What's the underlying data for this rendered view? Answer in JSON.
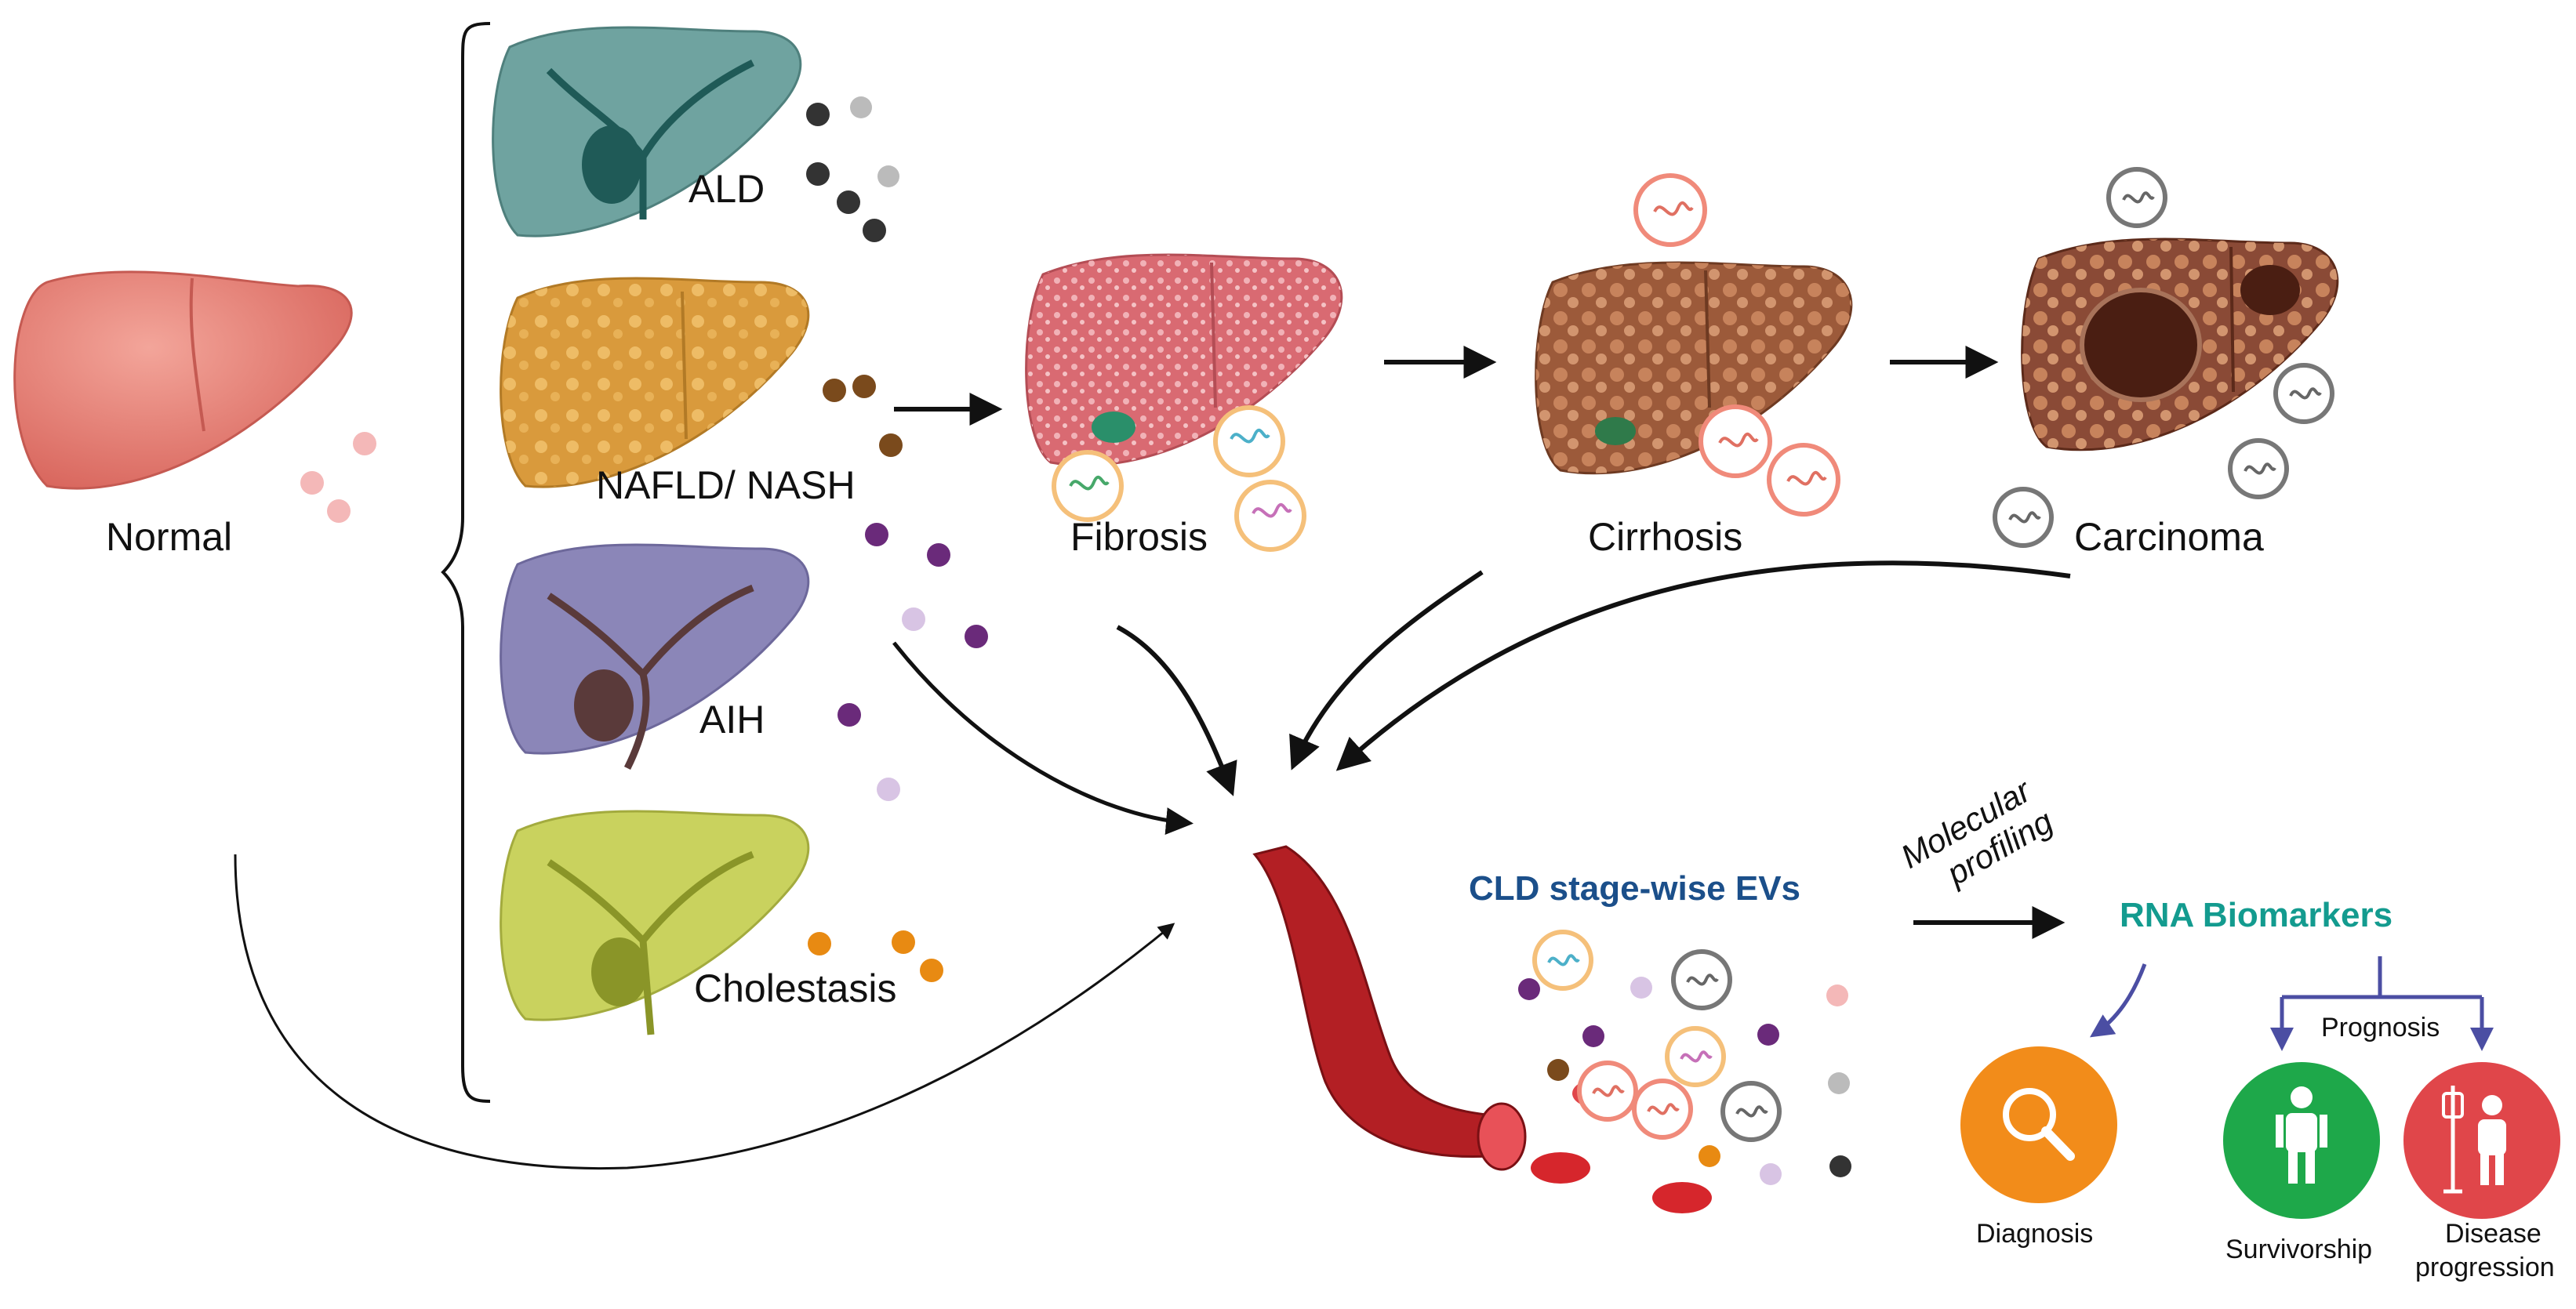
{
  "labels": {
    "normal": "Normal",
    "ald": "ALD",
    "nafld": "NAFLD/ NASH",
    "aih": "AIH",
    "cholestasis": "Cholestasis",
    "fibrosis": "Fibrosis",
    "cirrhosis": "Cirrhosis",
    "carcinoma": "Carcinoma",
    "evs": "CLD stage-wise EVs",
    "profiling_line1": "Molecular",
    "profiling_line2": "profiling",
    "biomarkers": "RNA Biomarkers",
    "prognosis": "Prognosis",
    "diagnosis": "Diagnosis",
    "survivorship": "Survivorship",
    "progression_line1": "Disease",
    "progression_line2": "progression"
  },
  "colors": {
    "normal_liver": "#e8847a",
    "ald_liver": "#6fa3a0",
    "nafld_liver": "#d99a3c",
    "aih_liver": "#8b86b8",
    "cholestasis_liver": "#c9d25e",
    "fibrosis_liver": "#d96a72",
    "cirrhosis_liver": "#9c5a3a",
    "carcinoma_liver": "#8a4a36",
    "vessel": "#b31f24",
    "evs_text": "#1b4f8a",
    "biomarkers_text": "#139b8f",
    "diagnosis_circle": "#f28c1a",
    "survivorship_circle": "#1ea84a",
    "progression_circle": "#e0464a",
    "prognosis_tree": "#4b4ea3"
  },
  "icons": {
    "diagnosis": "magnifier-icon",
    "survivorship": "person-icon",
    "progression": "patient-iv-icon"
  }
}
